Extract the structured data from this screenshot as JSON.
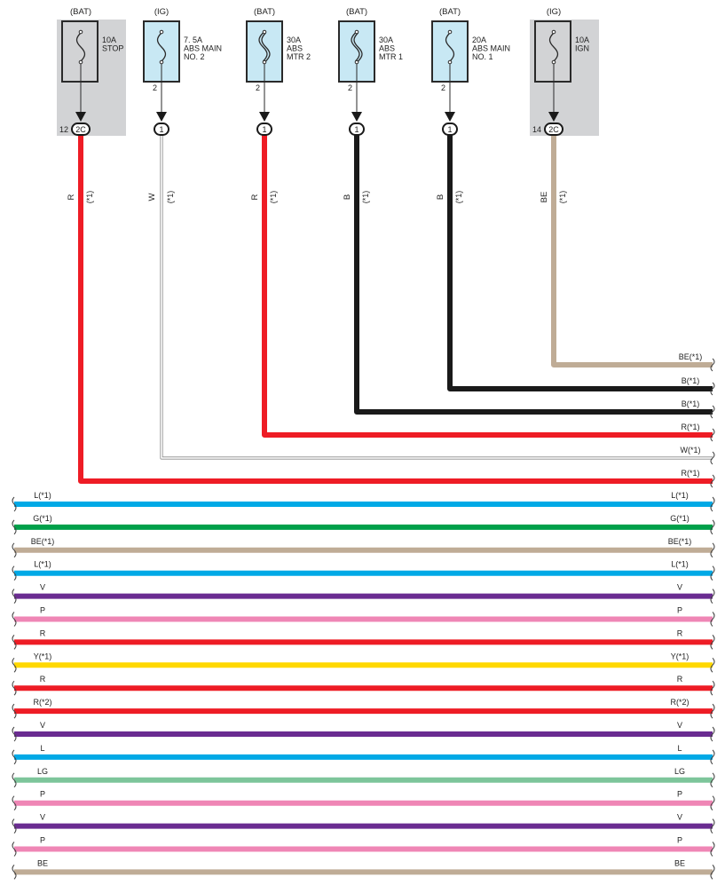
{
  "fuses": [
    {
      "source": "(BAT)",
      "lines": [
        "10A",
        "STOP"
      ],
      "pin": "",
      "conn_num": "12",
      "conn_id": "2C",
      "wire": "R",
      "mark": "(*1)",
      "color": "#ee1c25",
      "shaded": true,
      "heavy": false
    },
    {
      "source": "(IG)",
      "lines": [
        "7. 5A",
        "ABS MAIN",
        "NO. 2"
      ],
      "pin": "2",
      "conn_num": "",
      "conn_id": "1",
      "wire": "W",
      "mark": "(*1)",
      "color": "#ffffff",
      "shaded": false,
      "heavy": false
    },
    {
      "source": "(BAT)",
      "lines": [
        "30A",
        "ABS",
        "MTR 2"
      ],
      "pin": "2",
      "conn_num": "",
      "conn_id": "1",
      "wire": "R",
      "mark": "(*1)",
      "color": "#ee1c25",
      "shaded": false,
      "heavy": true
    },
    {
      "source": "(BAT)",
      "lines": [
        "30A",
        "ABS",
        "MTR 1"
      ],
      "pin": "2",
      "conn_num": "",
      "conn_id": "1",
      "wire": "B",
      "mark": "(*1)",
      "color": "#1a1a1a",
      "shaded": false,
      "heavy": true
    },
    {
      "source": "(BAT)",
      "lines": [
        "20A",
        "ABS MAIN",
        "NO. 1"
      ],
      "pin": "2",
      "conn_num": "",
      "conn_id": "1",
      "wire": "B",
      "mark": "(*1)",
      "color": "#1a1a1a",
      "shaded": false,
      "heavy": false
    },
    {
      "source": "(IG)",
      "lines": [
        "10A",
        "IGN"
      ],
      "pin": "",
      "conn_num": "14",
      "conn_id": "2C",
      "wire": "BE",
      "mark": "(*1)",
      "color": "#bfac96",
      "shaded": true,
      "heavy": false
    }
  ],
  "vertical_wire_labels": [
    {
      "text": "R",
      "mark": "(*1)"
    },
    {
      "text": "W",
      "mark": "(*1)"
    },
    {
      "text": "R",
      "mark": "(*1)"
    },
    {
      "text": "B",
      "mark": "(*1)"
    },
    {
      "text": "B",
      "mark": "(*1)"
    },
    {
      "text": "BE",
      "mark": "(*1)"
    }
  ],
  "right_labels": [
    "BE(*1)",
    "B(*1)",
    "B(*1)",
    "R(*1)",
    "W(*1)",
    "R(*1)"
  ],
  "bus_wires": [
    {
      "left": "L(*1)",
      "right": "L(*1)",
      "color": "#00a9e6"
    },
    {
      "left": "G(*1)",
      "right": "G(*1)",
      "color": "#00a04a"
    },
    {
      "left": "BE(*1)",
      "right": "BE(*1)",
      "color": "#bfac96"
    },
    {
      "left": "L(*1)",
      "right": "L(*1)",
      "color": "#00a9e6"
    },
    {
      "left": "V",
      "right": "V",
      "color": "#6a2c91"
    },
    {
      "left": "P",
      "right": "P",
      "color": "#ef86b5"
    },
    {
      "left": "R",
      "right": "R",
      "color": "#ee1c25"
    },
    {
      "left": "Y(*1)",
      "right": "Y(*1)",
      "color": "#ffd800"
    },
    {
      "left": "R",
      "right": "R",
      "color": "#ee1c25"
    },
    {
      "left": "R(*2)",
      "right": "R(*2)",
      "color": "#ee1c25"
    },
    {
      "left": "V",
      "right": "V",
      "color": "#6a2c91"
    },
    {
      "left": "L",
      "right": "L",
      "color": "#00a9e6"
    },
    {
      "left": "LG",
      "right": "LG",
      "color": "#7dc59a"
    },
    {
      "left": "P",
      "right": "P",
      "color": "#ef86b5"
    },
    {
      "left": "V",
      "right": "V",
      "color": "#6a2c91"
    },
    {
      "left": "P",
      "right": "P",
      "color": "#ef86b5"
    },
    {
      "left": "BE",
      "right": "BE",
      "color": "#bfac96"
    }
  ]
}
